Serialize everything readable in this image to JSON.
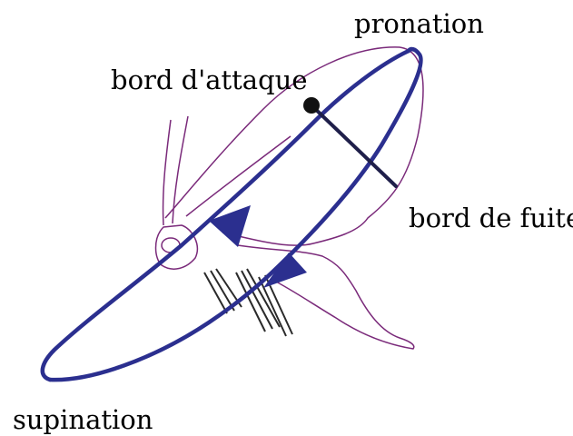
{
  "labels": {
    "pronation": "pronation",
    "leading_edge": "bord d'attaque",
    "trailing_edge": "bord de fuite",
    "supination": "supination"
  },
  "colors": {
    "stroke_path": "#2b2f8f",
    "insect_outline": "#7a2a7a",
    "chord": "#1f1f4a",
    "text": "#000000"
  }
}
